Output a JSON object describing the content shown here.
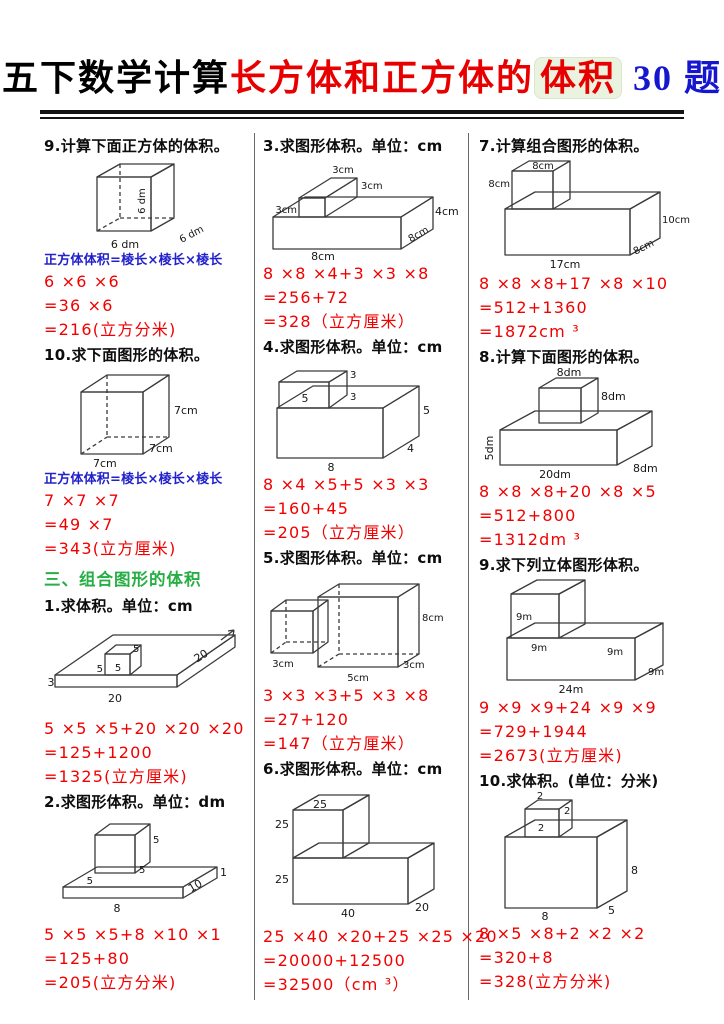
{
  "page_title": {
    "black": "五下数学计算",
    "red": "长方体和正方体的",
    "highlight": "体积",
    "blue": "30 题"
  },
  "colors": {
    "answer_red": "#f20000",
    "formula_blue": "#2222cc",
    "section_green": "#27ae45",
    "highlight_bg": "#e9f3e0"
  },
  "col1": {
    "p9": {
      "title": "9.计算下面正方体的体积。",
      "formula": "正方体体积=棱长×棱长×棱长",
      "calc": [
        "6 ×6 ×6",
        "=36 ×6",
        "=216(立方分米)"
      ],
      "labels": [
        "6 dm",
        "6 dm",
        "6 dm"
      ]
    },
    "p10": {
      "title": "10.求下面图形的体积。",
      "formula": "正方体体积=棱长×棱长×棱长",
      "calc": [
        "7 ×7 ×7",
        "=49 ×7",
        "=343(立方厘米)"
      ],
      "labels": [
        "7cm",
        "7cm",
        "7cm"
      ]
    },
    "section": "三、组合图形的体积",
    "p1": {
      "title": "1.求体积。单位：cm",
      "calc": [
        "5 ×5 ×5+20 ×20 ×20",
        "=125+1200",
        "=1325(立方厘米)"
      ],
      "labels": [
        "5",
        "5",
        "5",
        "20",
        "3",
        "20"
      ]
    },
    "p2": {
      "title": "2.求图形体积。单位：dm",
      "calc": [
        "5 ×5 ×5+8 ×10 ×1",
        "=125+80",
        "=205(立方分米)"
      ],
      "labels": [
        "5",
        "5",
        "5",
        "1",
        "10",
        "8"
      ]
    }
  },
  "col2": {
    "p3": {
      "title": "3.求图形体积。单位：cm",
      "calc": [
        "8 ×8 ×4+3 ×3 ×8",
        "=256+72",
        "=328（立方厘米）"
      ],
      "labels": [
        "3cm",
        "3cm",
        "3cm",
        "4cm",
        "8cm",
        "8cm"
      ]
    },
    "p4": {
      "title": "4.求图形体积。单位：cm",
      "calc": [
        "8 ×4 ×5+5 ×3 ×3",
        "=160+45",
        "=205（立方厘米）"
      ],
      "labels": [
        "3",
        "5",
        "3",
        "5",
        "4",
        "8"
      ]
    },
    "p5": {
      "title": "5.求图形体积。单位：cm",
      "calc": [
        "3 ×3 ×3+5 ×3 ×8",
        "=27+120",
        "=147（立方厘米）"
      ],
      "labels": [
        "8cm",
        "3cm",
        "3cm",
        "5cm"
      ]
    },
    "p6": {
      "title": "6.求图形体积。单位：cm",
      "calc": [
        "25 ×40 ×20+25 ×25 ×20",
        "=20000+12500",
        "=32500（cm ³）"
      ],
      "labels": [
        "25",
        "25",
        "25",
        "40",
        "20"
      ]
    }
  },
  "col3": {
    "p7": {
      "title": "7.计算组合图形的体积。",
      "calc": [
        "8 ×8 ×8+17 ×8 ×10",
        "=512+1360",
        "=1872cm ³"
      ],
      "labels": [
        "8cm",
        "8cm",
        "10cm",
        "8cm",
        "17cm"
      ]
    },
    "p8": {
      "title": "8.计算下面图形的体积。",
      "calc": [
        "8 ×8 ×8+20 ×8 ×5",
        "=512+800",
        "=1312dm ³"
      ],
      "labels": [
        "8dm",
        "8dm",
        "5dm",
        "20dm",
        "8dm"
      ]
    },
    "p9": {
      "title": "9.求下列立体图形体积。",
      "calc": [
        "9 ×9 ×9+24 ×9 ×9",
        "=729+1944",
        "=2673(立方厘米)"
      ],
      "labels": [
        "9m",
        "9m",
        "9m",
        "9m",
        "24m"
      ]
    },
    "p10": {
      "title": "10.求体积。(单位：分米)",
      "calc": [
        "8 ×5 ×8+2 ×2 ×2",
        "=320+8",
        "=328(立方分米)"
      ],
      "labels": [
        "2",
        "2",
        "2",
        "8",
        "5",
        "8"
      ]
    }
  }
}
